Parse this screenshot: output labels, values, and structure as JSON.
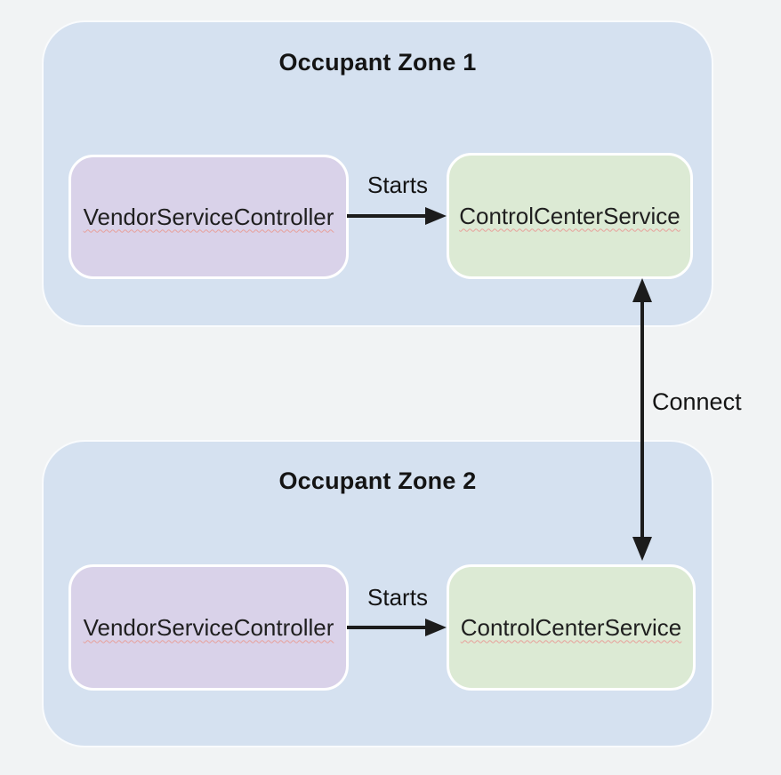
{
  "page": {
    "background_color": "#f1f3f4"
  },
  "diagram": {
    "type": "component-diagram",
    "colors": {
      "zone_fill": "#d5e1f0",
      "vendor_node_fill": "#d9d2e9",
      "control_node_fill": "#dcead4",
      "node_border": "#ffffff",
      "arrow": "#1c1c1c",
      "text": "#1f1f1f",
      "spellcheck_underline": "#e8a09a"
    },
    "zones": [
      {
        "title": "Occupant Zone 1",
        "vendor_label": "VendorServiceController",
        "starts_label": "Starts",
        "control_label": "ControlCenterService"
      },
      {
        "title": "Occupant Zone 2",
        "vendor_label": "VendorServiceController",
        "starts_label": "Starts",
        "control_label": "ControlCenterService"
      }
    ],
    "connect_label": "Connect"
  }
}
